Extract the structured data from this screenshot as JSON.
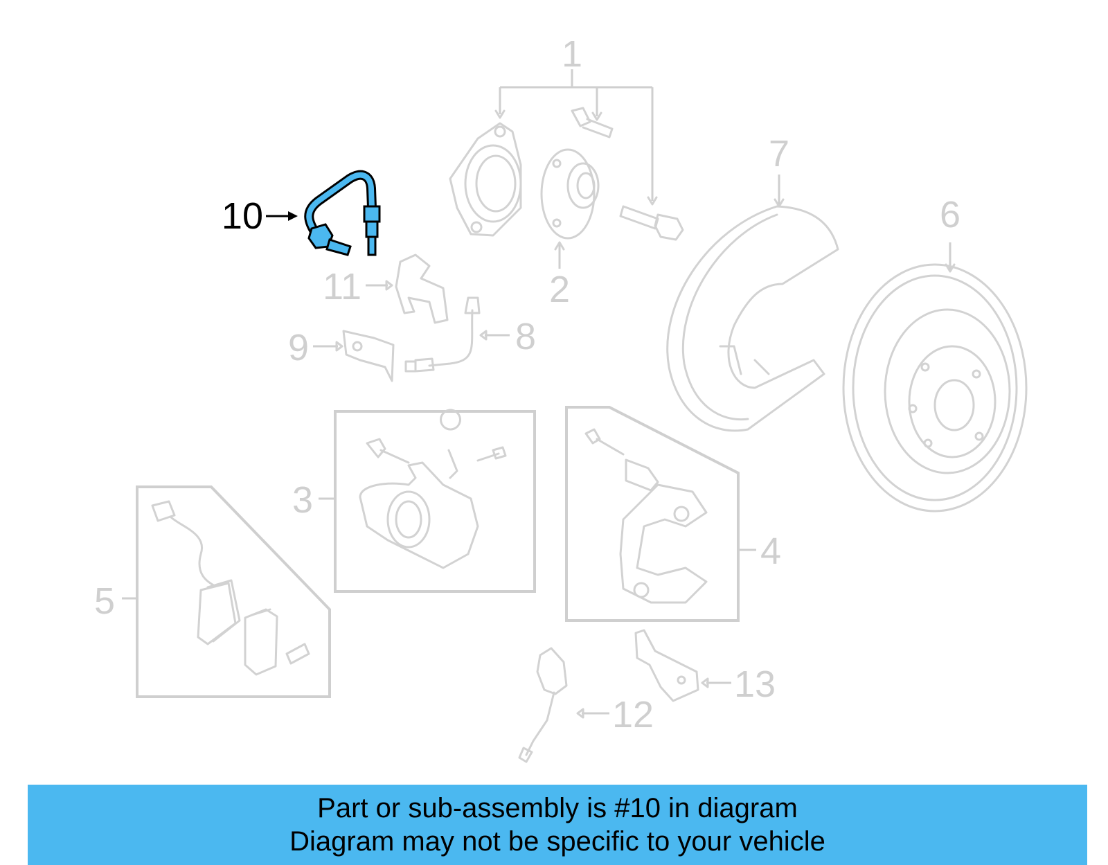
{
  "diagram": {
    "highlighted_part": "10",
    "highlight_color": "#4bb8f0",
    "callouts": [
      "1",
      "2",
      "3",
      "4",
      "5",
      "6",
      "7",
      "8",
      "9",
      "10",
      "11",
      "12",
      "13"
    ]
  },
  "banner": {
    "line1": "Part or sub-assembly is #10 in diagram",
    "line2": "Diagram may not be specific to your vehicle",
    "background": "#4bb8f0"
  }
}
